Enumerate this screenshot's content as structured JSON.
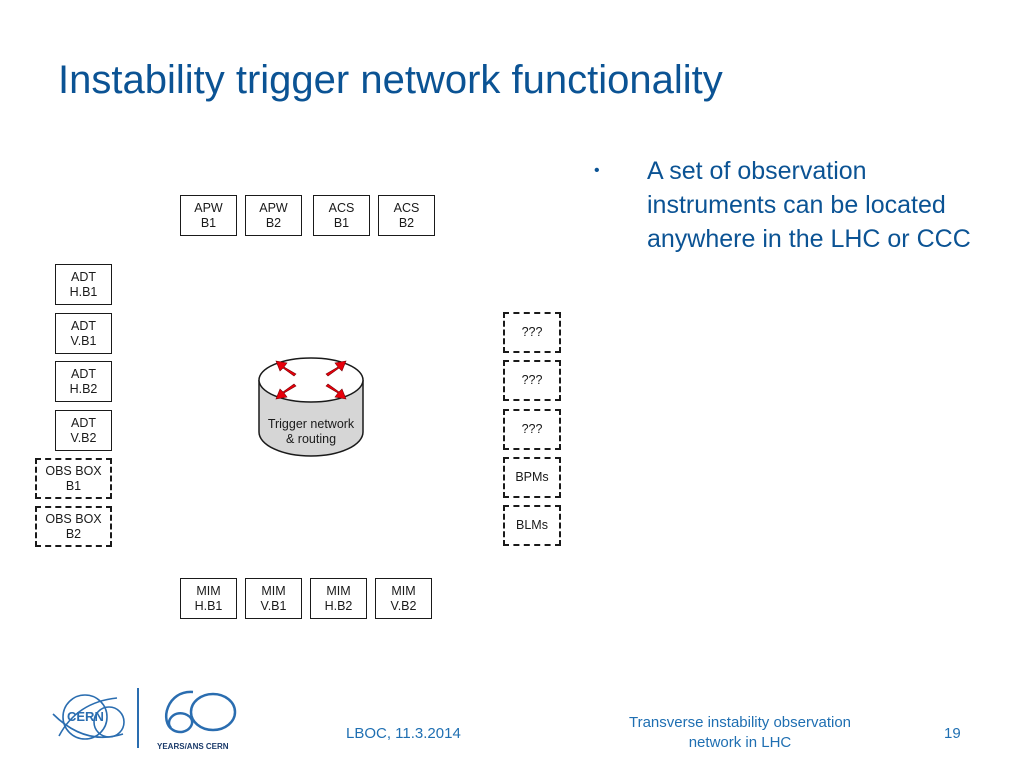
{
  "title": "Instability trigger network functionality",
  "bullets": [
    "A set of observation instruments can be located anywhere in the LHC or CCC"
  ],
  "diagram": {
    "top_boxes": [
      "APW\nB1",
      "APW\nB2",
      "ACS\nB1",
      "ACS\nB2"
    ],
    "left_boxes": [
      "ADT\nH.B1",
      "ADT\nV.B1",
      "ADT\nH.B2",
      "ADT\nV.B2"
    ],
    "left_dashed_boxes": [
      "OBS BOX\nB1",
      "OBS BOX\nB2"
    ],
    "right_dashed_boxes": [
      "???",
      "???",
      "???",
      "BPMs",
      "BLMs"
    ],
    "bottom_boxes": [
      "MIM\nH.B1",
      "MIM\nV.B1",
      "MIM\nH.B2",
      "MIM\nV.B2"
    ],
    "router_label": "Trigger network\n& routing",
    "router_arrow_color": "#e8000b"
  },
  "logos": {
    "cern": "CERN",
    "anniversary": "YEARS/ANS CERN"
  },
  "footer": {
    "left": "LBOC, 11.3.2014",
    "center": "Transverse instability observation\nnetwork in LHC",
    "page": "19"
  },
  "colors": {
    "title": "#0b5394",
    "footer": "#1f6fb2"
  }
}
